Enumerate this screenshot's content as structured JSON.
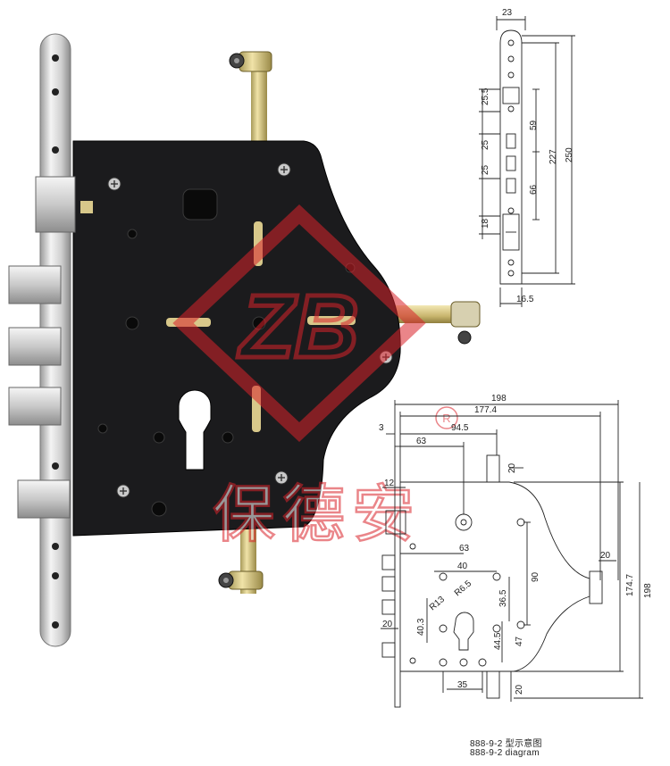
{
  "watermark": {
    "logo_letters": "ZB",
    "brand_text": "保德安",
    "registered_mark": "R",
    "color": "#d9232a"
  },
  "side_view": {
    "dimensions": {
      "width_top": "23",
      "d1": "25.5",
      "d2": "25",
      "d3": "25",
      "d4": "18",
      "d5": "59",
      "d6": "66",
      "d7": "227",
      "d8": "250",
      "width_bottom": "16.5"
    }
  },
  "front_view": {
    "dimensions": {
      "overall_width": "198",
      "case_width": "177.4",
      "d_94_5": "94.5",
      "d_63_top": "63",
      "d_3": "3",
      "d_20_top": "20",
      "d_12": "12",
      "d_63_mid": "63",
      "d_40": "40",
      "d_90": "90",
      "d_r6_5": "R6.5",
      "d_r13": "R13",
      "d_36_5": "36.5",
      "d_40_3": "40.3",
      "d_47": "47",
      "d_44_5": "44.5",
      "d_20_left": "20",
      "d_35": "35",
      "d_20_bottom": "20",
      "d_20_right": "20",
      "d_174_7": "174.7",
      "overall_height": "198"
    }
  },
  "caption": {
    "line1": "888-9-2 型示意图",
    "line2": "888-9-2 diagram"
  }
}
